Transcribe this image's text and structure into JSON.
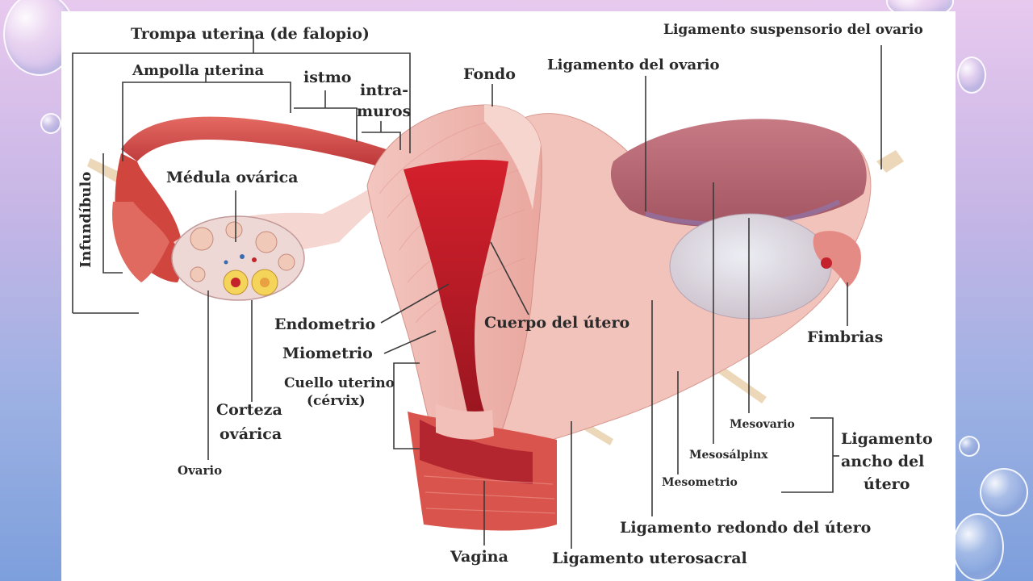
{
  "labels": {
    "trompa": "Trompa uterina (de falopio)",
    "ligamento_suspensorio": "Ligamento suspensorio del ovario",
    "ampolla": "Ampolla uterina",
    "istmo": "istmo",
    "intra": "intra-",
    "muros": "muros",
    "fondo": "Fondo",
    "ligamento_ovario": "Ligamento del ovario",
    "medula": "Médula ovárica",
    "infundibulo": "Infundíbulo",
    "endometrio": "Endometrio",
    "cuerpo": "Cuerpo del útero",
    "miometrio": "Miometrio",
    "cuello1": "Cuello uterino",
    "cuello2": "(cérvix)",
    "corteza1": "Corteza",
    "corteza2": "ovárica",
    "ovario": "Ovario",
    "fimbrias": "Fimbrias",
    "mesovario": "Mesovario",
    "mesosalpinx": "Mesosálpinx",
    "mesometrio": "Mesometrio",
    "ligamento_ancho1": "Ligamento",
    "ligamento_ancho2": "ancho del",
    "ligamento_ancho3": "útero",
    "ligamento_redondo": "Ligamento redondo del útero",
    "vagina": "Vagina",
    "ligamento_uterosacral": "Ligamento uterosacral"
  },
  "colors": {
    "tissue_red": "#c8303a",
    "tissue_pink": "#f0b4ae",
    "tissue_light": "#f6d2cc",
    "ovary": "#e9cfd0",
    "label_text": "#2a2a2a"
  }
}
